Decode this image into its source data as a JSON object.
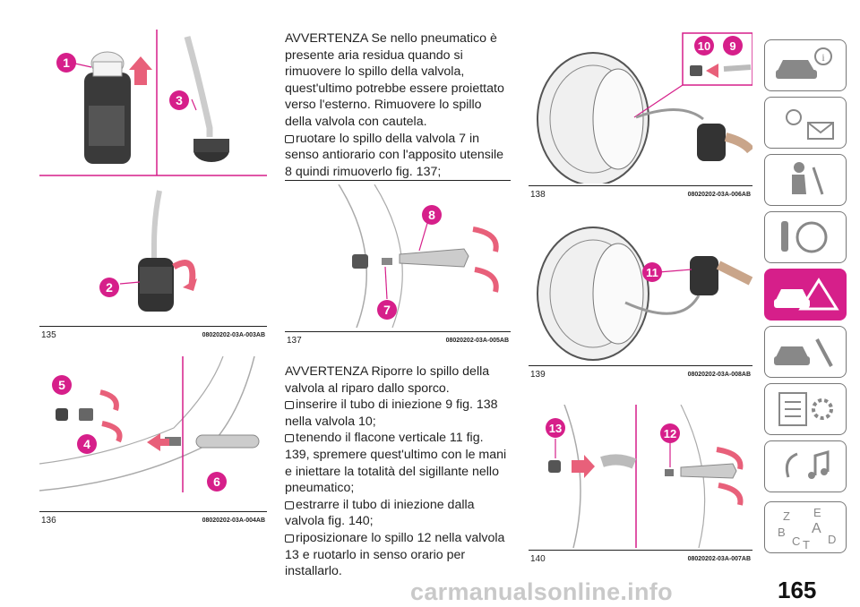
{
  "figures": {
    "f135": {
      "number": "135",
      "code": "08020202-03A-003AB"
    },
    "f136": {
      "number": "136",
      "code": "08020202-03A-004AB"
    },
    "f137": {
      "number": "137",
      "code": "08020202-03A-005AB"
    },
    "f138": {
      "number": "138",
      "code": "08020202-03A-006AB"
    },
    "f139": {
      "number": "139",
      "code": "08020202-03A-008AB"
    },
    "f140": {
      "number": "140",
      "code": "08020202-03A-007AB"
    }
  },
  "callouts": {
    "c1": "1",
    "c2": "2",
    "c3": "3",
    "c4": "4",
    "c5": "5",
    "c6": "6",
    "c7": "7",
    "c8": "8",
    "c9": "9",
    "c10": "10",
    "c11": "11",
    "c12": "12",
    "c13": "13"
  },
  "text": {
    "warning1": "AVVERTENZA Se nello pneumatico è presente aria residua quando si rimuovere lo spillo della valvola, quest'ultimo potrebbe essere proiettato verso l'esterno. Rimuovere lo spillo della valvola con cautela.",
    "step1": "ruotare lo spillo della valvola 7 in senso antiorario con l'apposito utensile 8 quindi rimuoverlo fig. 137;",
    "warning2": "AVVERTENZA Riporre lo spillo della valvola al riparo dallo sporco.",
    "step2": "inserire il tubo di iniezione 9 fig. 138 nella valvola 10;",
    "step3": "tenendo il flacone verticale 11 fig. 139, spremere quest'ultimo con le mani e iniettare la totalità del sigillante nello pneumatico;",
    "step4": "estrarre il tubo di iniezione dalla valvola fig. 140;",
    "step5": "riposizionare lo spillo 12 nella valvola 13 e ruotarlo in senso orario per installarlo."
  },
  "sidebar": {
    "items": [
      {
        "icon": "car-info-icon",
        "active": false
      },
      {
        "icon": "warning-lights-icon",
        "active": false
      },
      {
        "icon": "safety-icon",
        "active": false
      },
      {
        "icon": "steering-wheel-icon",
        "active": false
      },
      {
        "icon": "emergency-icon",
        "active": true
      },
      {
        "icon": "maintenance-icon",
        "active": false
      },
      {
        "icon": "technical-data-icon",
        "active": false
      },
      {
        "icon": "multimedia-icon",
        "active": false
      },
      {
        "icon": "index-icon",
        "active": false
      }
    ],
    "index_letters": [
      "Z",
      "E",
      "B",
      "A",
      "C",
      "T",
      "D"
    ]
  },
  "page_number": "165",
  "watermark": "carmanualsonline.info",
  "colors": {
    "accent": "#d61f8a",
    "callout": "#d61f8a",
    "arrow": "#e8607a"
  }
}
